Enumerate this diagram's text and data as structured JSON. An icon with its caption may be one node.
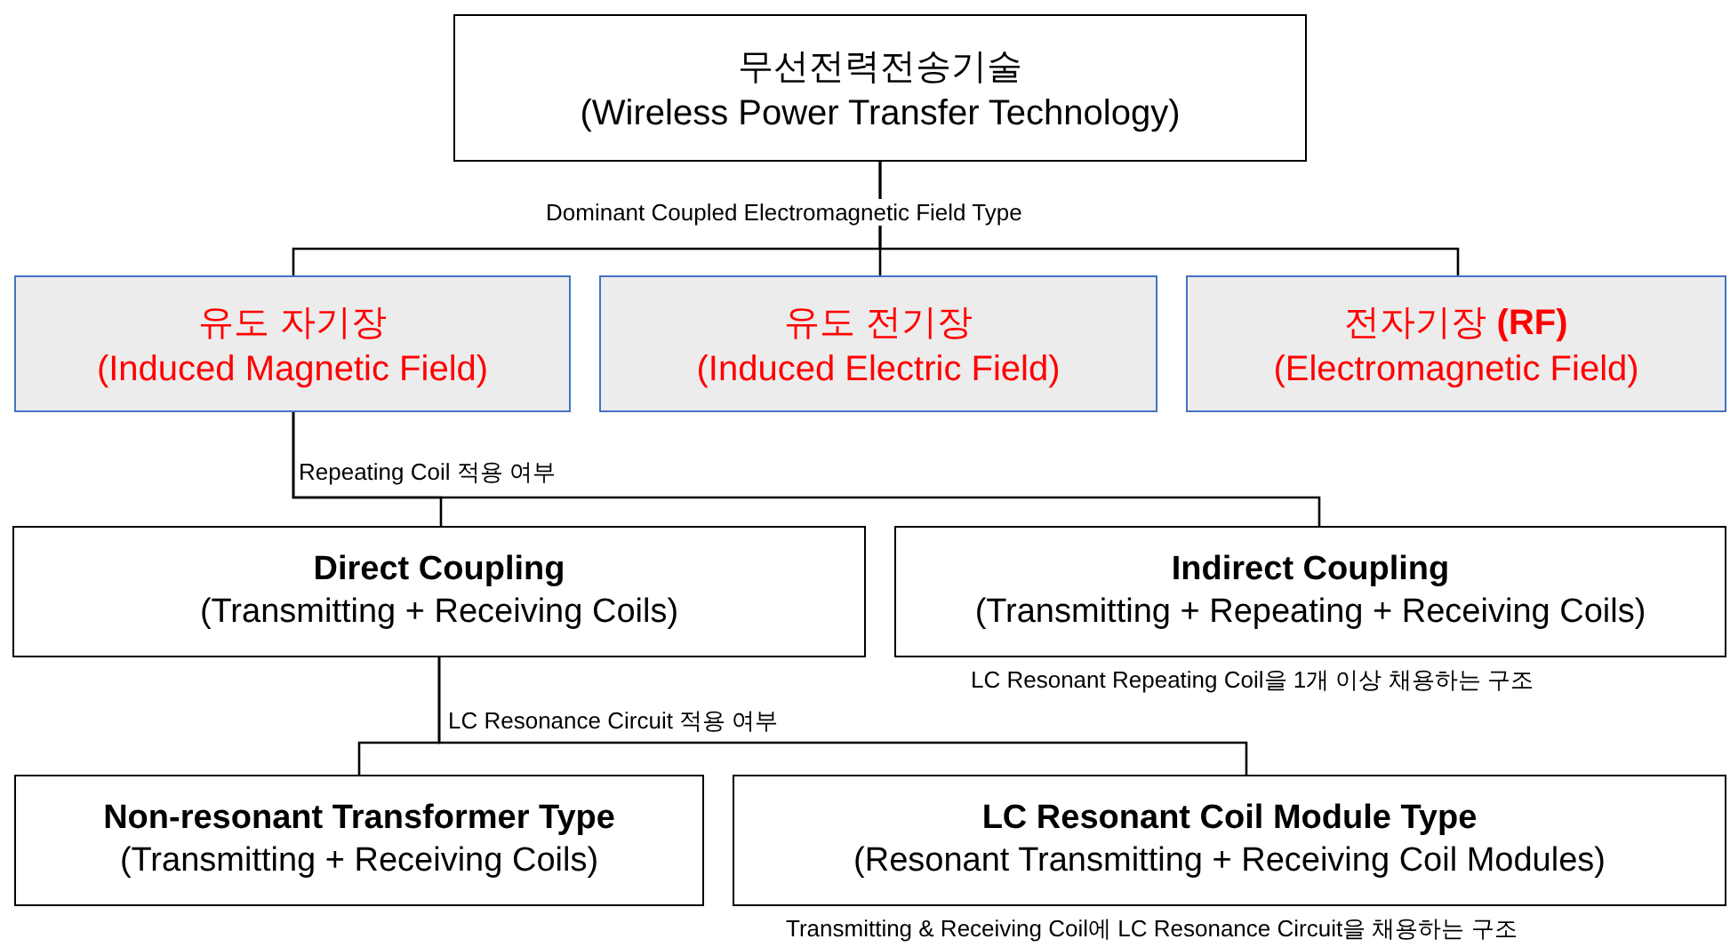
{
  "diagram": {
    "nodes": [
      {
        "text": [
          "무선전력전송기술",
          "(Wireless Power Transfer Technology)"
        ]
      },
      {
        "text": [
          "유도 자기장",
          "(Induced Magnetic Field)"
        ]
      },
      {
        "text": [
          "유도 전기장",
          "(Induced Electric Field)"
        ]
      },
      {
        "text": [
          "전자기장 **(RF)**",
          "(Electromagnetic Field)"
        ]
      },
      {
        "text": [
          "Direct Coupling",
          "(Transmitting + Receiving Coils)"
        ]
      },
      {
        "text": [
          "Indirect Coupling",
          "(Transmitting + Repeating + Receiving Coils)"
        ],
        "beside": [
          "LC Resonant Repeating Coil을 1개 이상 채용하는 구조"
        ]
      },
      {
        "text": [
          "Non-resonant Transformer Type",
          "(Transmitting + Receiving Coils)"
        ]
      },
      {
        "text": [
          "LC Resonant Coil Module Type",
          "(Resonant Transmitting + Receiving Coil Modules)"
        ],
        "beside": [
          "Transmitting & Receiving Coil에 LC Resonance Circuit을 채용하는 구조"
        ]
      }
    ],
    "edges": [
      {
        "from": 0,
        "to": 1,
        "arrow": "none"
      },
      {
        "from": 0,
        "to": 2,
        "arrow": "none"
      },
      {
        "from": 0,
        "to": 3,
        "arrow": "none"
      },
      {
        "from": 1,
        "to": 4,
        "arrow": "none"
      },
      {
        "from": 1,
        "to": 5,
        "arrow": "none"
      },
      {
        "from": 4,
        "to": 6,
        "arrow": "none"
      },
      {
        "from": 4,
        "to": 7,
        "arrow": "none"
      }
    ],
    "labels": [
      "Dominant Coupled Electromagnetic Field Type",
      "Repeating Coil 적용 여부",
      "LC Resonance Circuit 적용 여부"
    ]
  }
}
